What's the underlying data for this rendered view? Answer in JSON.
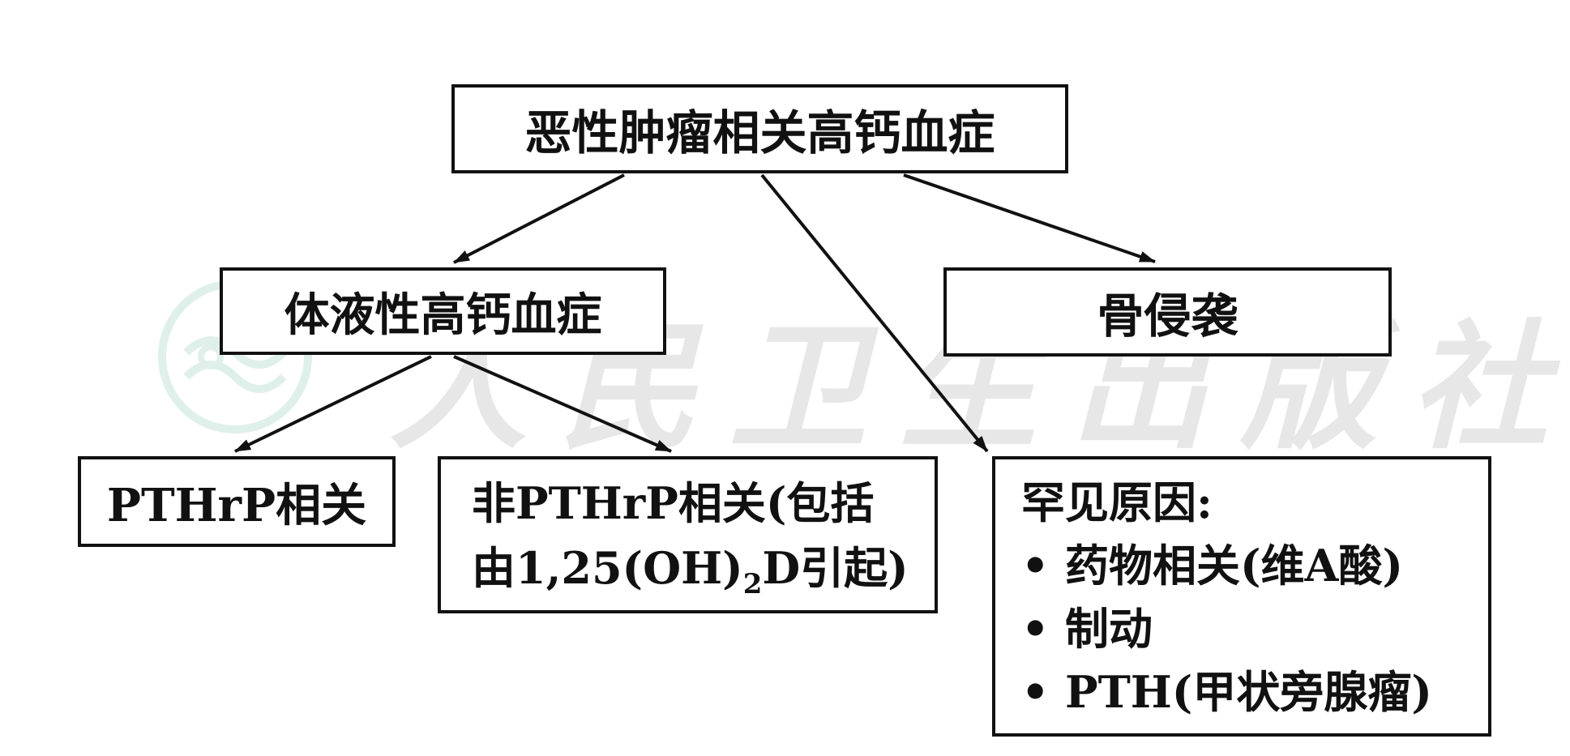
{
  "watermark": {
    "text": "人民卫生出版社"
  },
  "nodes": {
    "root": "恶性肿瘤相关高钙血症",
    "humoral": "体液性高钙血症",
    "bone": "骨侵袭",
    "pthrp": "PTHrP相关",
    "non_pthrp": {
      "line1": "非PTHrP相关(包括",
      "line2_a": "由1,25(OH)",
      "line2_sub": "2",
      "line2_b": "D引起)"
    },
    "rare": {
      "title": "罕见原因:",
      "bullet": "•",
      "items": [
        "药物相关(维A酸)",
        "制动",
        "PTH(甲状旁腺瘤)"
      ]
    }
  }
}
